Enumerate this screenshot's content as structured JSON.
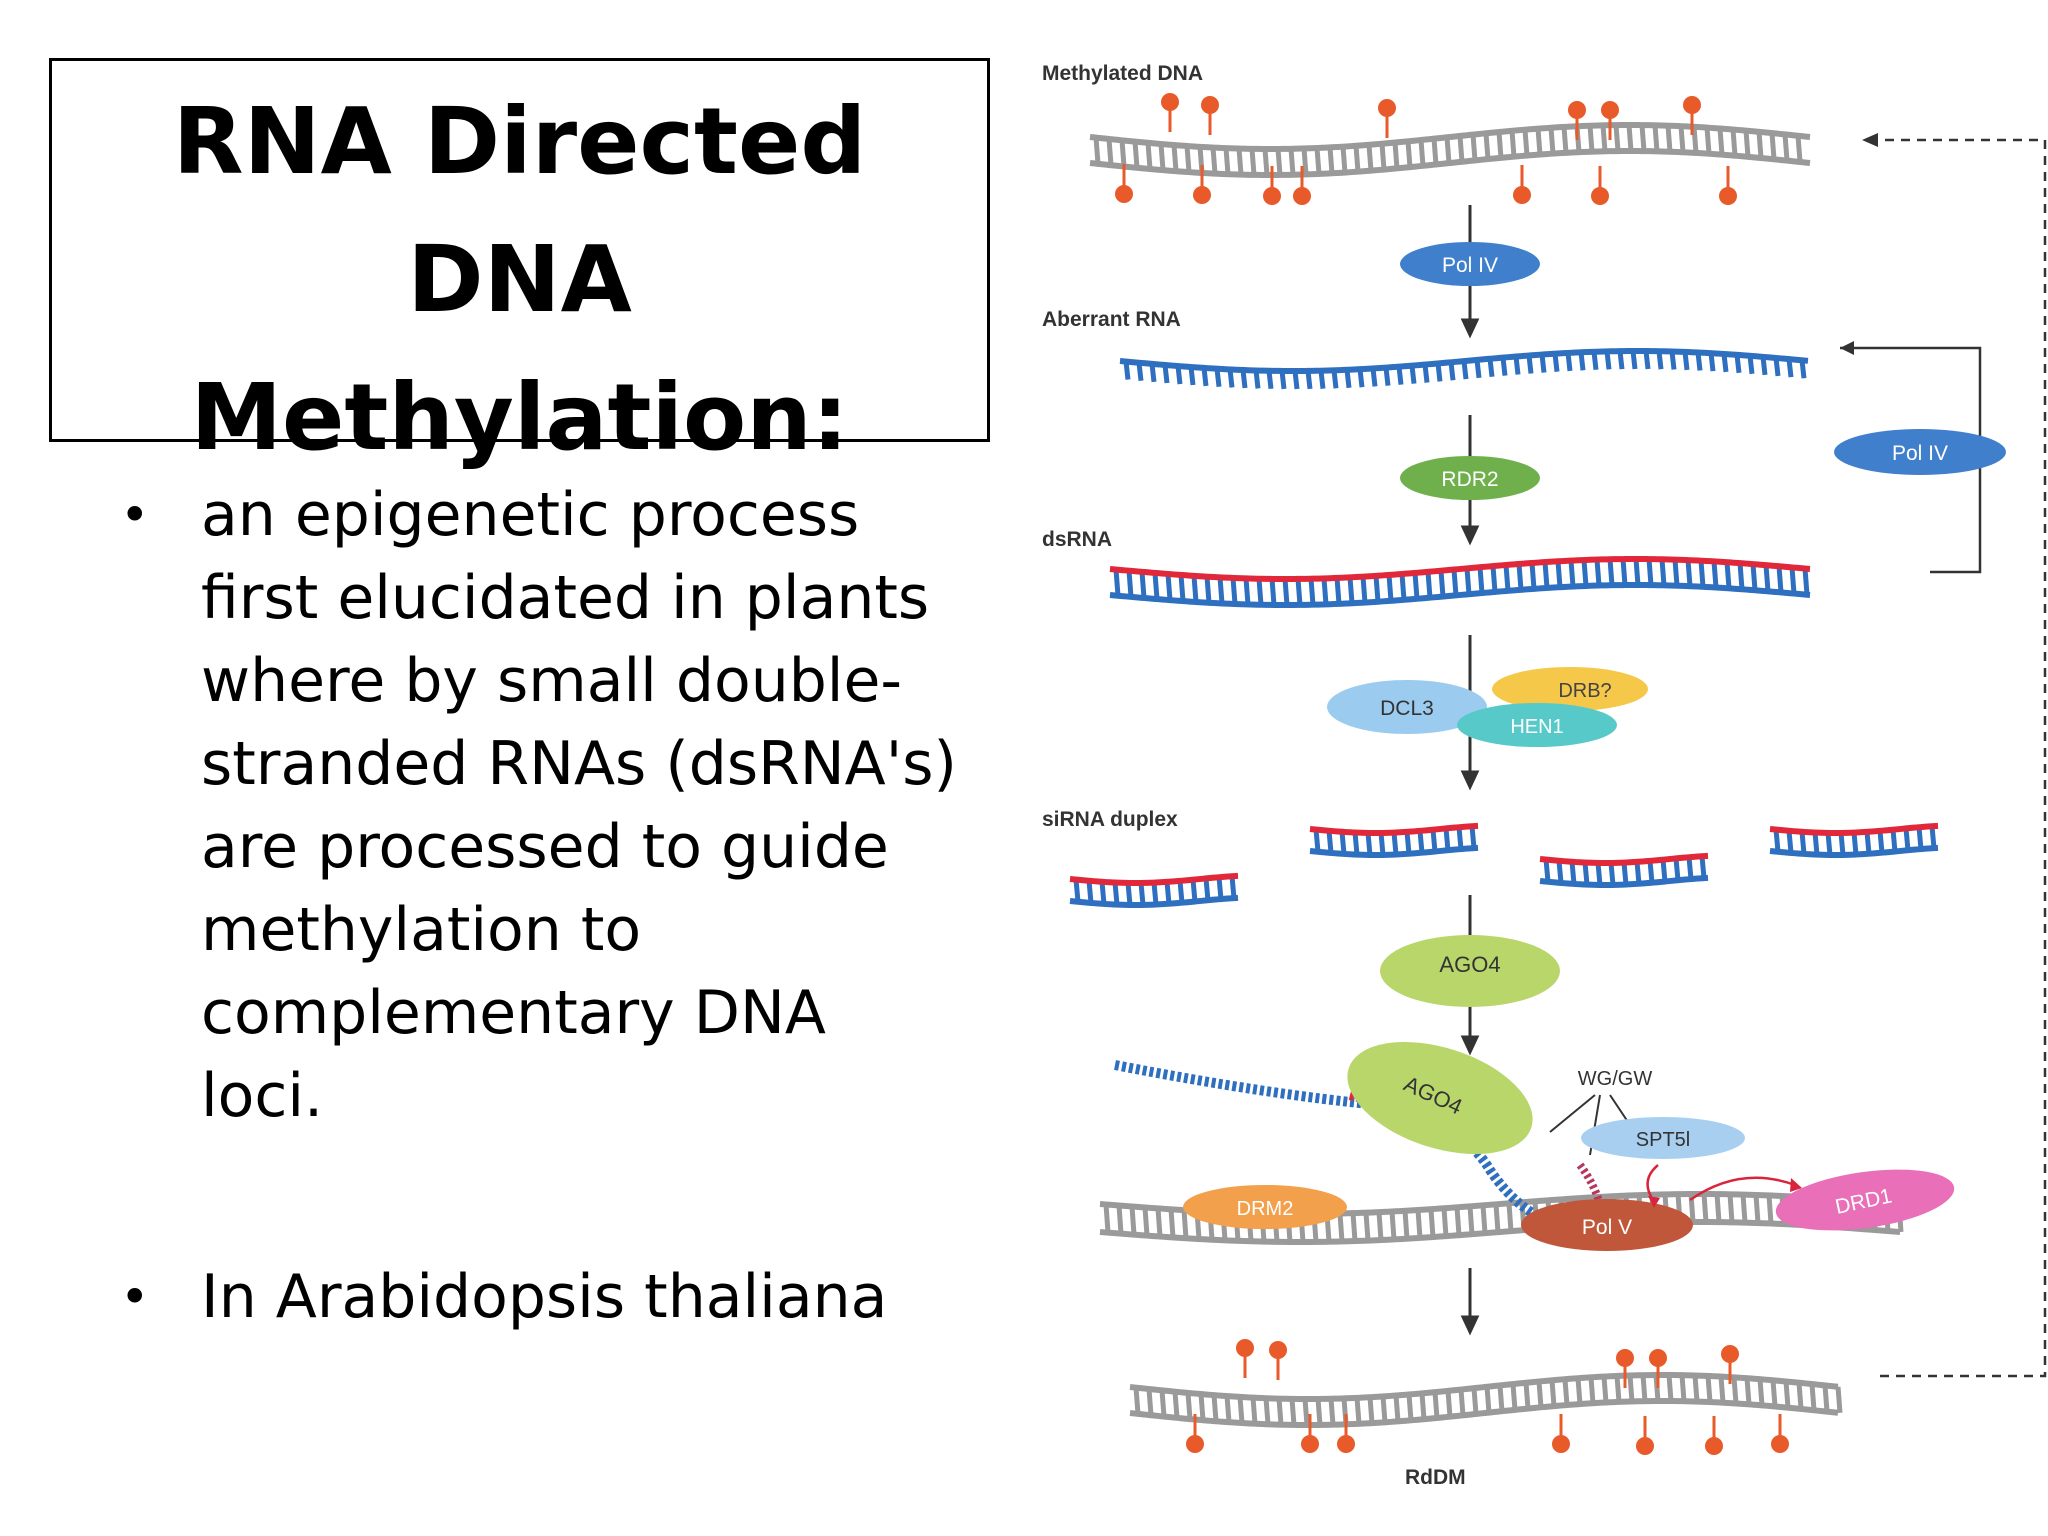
{
  "title": {
    "line1": "RNA Directed DNA",
    "line2": "Methylation:"
  },
  "bullets": [
    {
      "lines": [
        "an epigenetic process",
        "first elucidated in plants",
        "where by small double-",
        "stranded RNAs (dsRNA's)",
        "are processed to guide",
        "methylation to",
        "complementary DNA",
        "loci."
      ]
    },
    {
      "lines": [
        "In Arabidopsis thaliana"
      ]
    }
  ],
  "diagram": {
    "stage_labels": {
      "methylated_dna": "Methylated DNA",
      "aberrant_rna": "Aberrant RNA",
      "dsrna": "dsRNA",
      "sirna_duplex": "siRNA duplex",
      "rddm": "RdDM"
    },
    "enzymes": {
      "pol_iv_main": "Pol IV",
      "pol_iv_loop": "Pol IV",
      "rdr2": "RDR2",
      "dcl3": "DCL3",
      "drb": "DRB?",
      "hen1": "HEN1",
      "ago4_loading": "AGO4",
      "ago4_complex": "AGO4",
      "wg_gw": "WG/GW",
      "spt5l": "SPT5l",
      "drm2": "DRM2",
      "pol_v": "Pol V",
      "drd1": "DRD1"
    },
    "colors": {
      "dna_gray": "#9a9a9a",
      "rna_blue": "#2f6fc0",
      "rna_red": "#e0283a",
      "methyl": "#e85a2a",
      "pol_blue": "#3f7fcc",
      "rdr2_green": "#6fb04c",
      "dcl3_blue": "#9ccbf0",
      "drb_yellow": "#f5c84a",
      "hen1_teal": "#57c9c9",
      "ago4_green": "#b9d66a",
      "drm2_orange": "#f3a04c",
      "polv_brown": "#c1573a",
      "drd1_pink": "#e86fb8",
      "spt5l_blue": "#a9cff0"
    }
  }
}
